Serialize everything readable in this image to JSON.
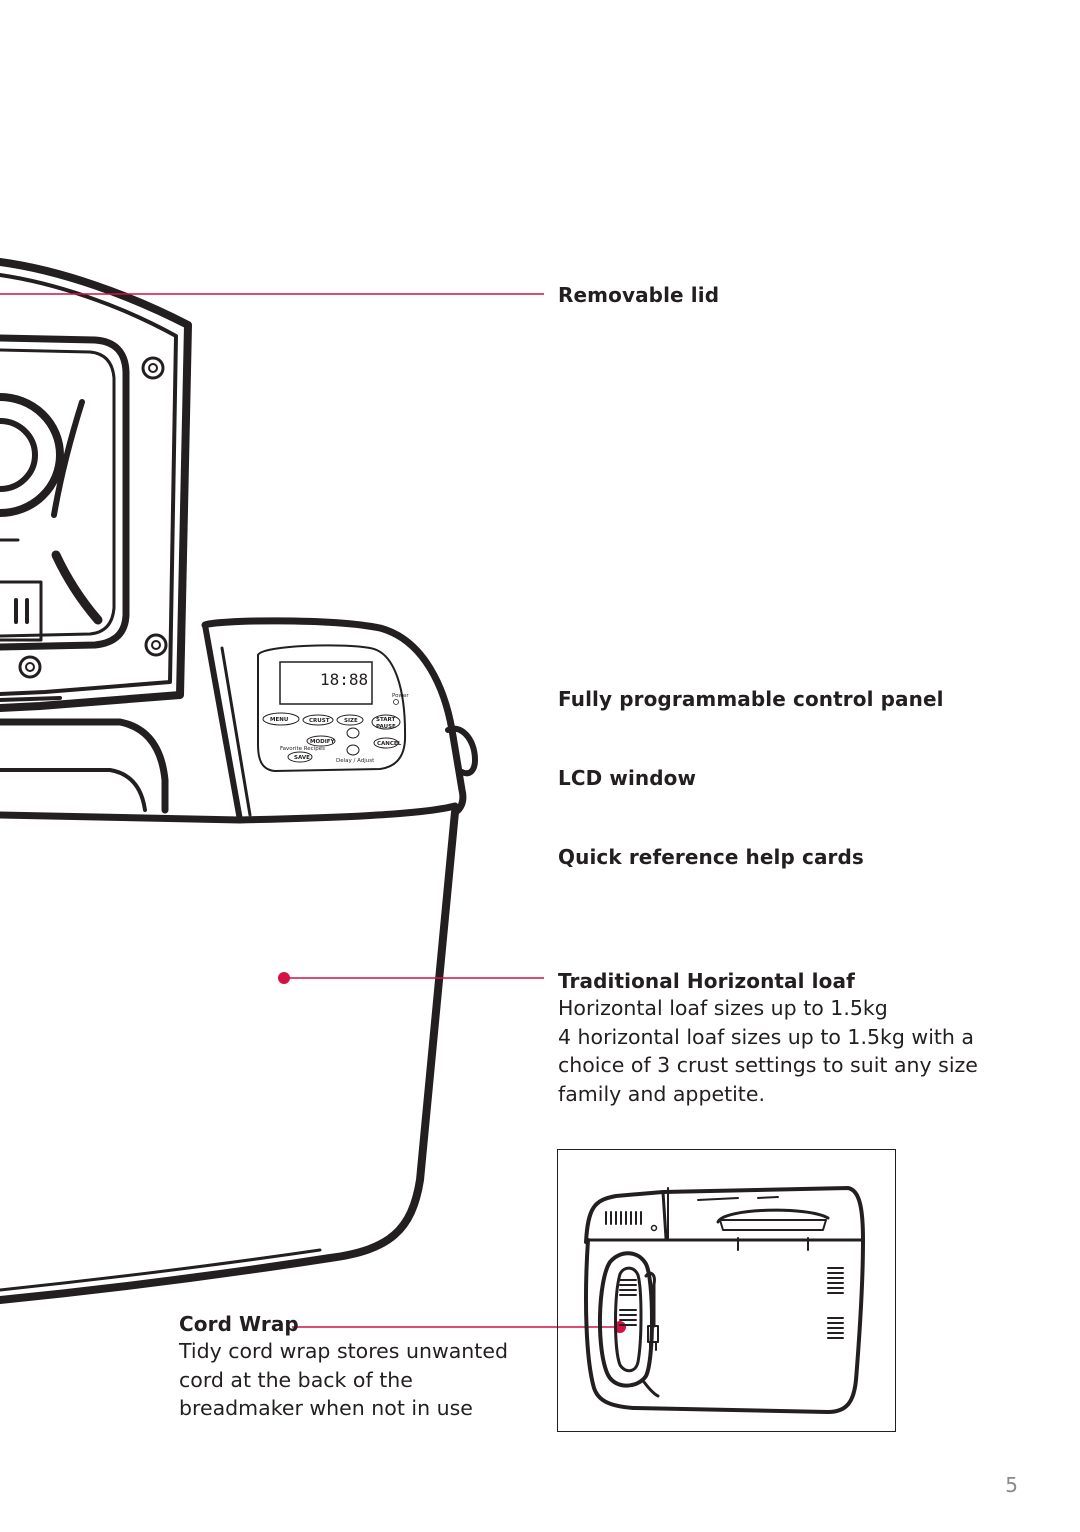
{
  "callouts": {
    "removable_lid": "Removable lid",
    "control_panel": "Fully programmable control panel",
    "lcd_window": "LCD window",
    "help_cards": "Quick reference help cards",
    "loaf": {
      "heading": "Traditional Horizontal loaf",
      "subheading": "Horizontal loaf sizes up to 1.5kg",
      "lines": [
        "4 horizontal loaf sizes up to 1.5kg with a",
        "choice of 3 crust settings to suit any size",
        "family and appetite."
      ]
    },
    "cord_wrap": {
      "heading": "Cord Wrap",
      "lines": [
        "Tidy cord wrap stores unwanted",
        "cord at the back of the",
        "breadmaker when not in use"
      ]
    }
  },
  "control_panel_labels": {
    "menu": "MENU",
    "crust": "CRUST",
    "size": "SIZE",
    "start": "START",
    "pause": "PAUSE",
    "modify": "MODIFY",
    "cancel": "CANCEL",
    "save": "SAVE",
    "favorite": "Favorite Recipes",
    "delay": "Delay / Adjust",
    "power": "Power",
    "lcd_digits": "18:88"
  },
  "page_number": "5",
  "colors": {
    "callout_line": "#d31145",
    "ink": "#231f20"
  }
}
